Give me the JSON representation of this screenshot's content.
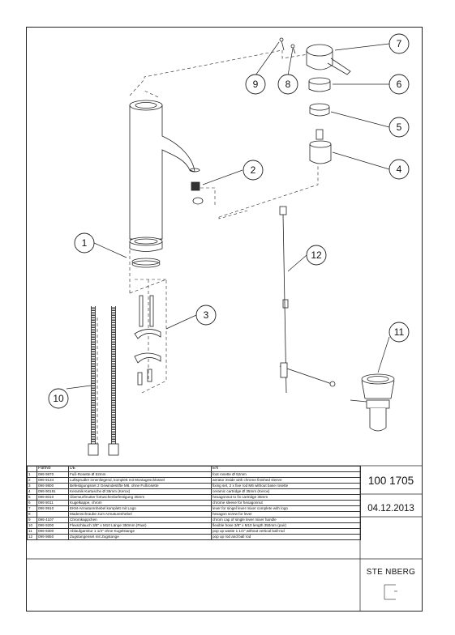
{
  "callouts": [
    "1",
    "2",
    "3",
    "4",
    "5",
    "6",
    "7",
    "8",
    "9",
    "10",
    "11",
    "12"
  ],
  "table": {
    "headers": [
      "",
      "PartNo",
      "DE",
      "EN"
    ],
    "rows": [
      [
        "1",
        "099 9870",
        "Fuß-Rosette Ø 52mm",
        "foot rosette Ø 52mm"
      ],
      [
        "2",
        "099 9134",
        "Luftsprudler innenliegend, komplett mit Montageschlüssel",
        "aerator inside with chrome finished sleeve"
      ],
      [
        "3",
        "099 9800",
        "Befestigungsset 2 Gewindestifte M6. ohne Fußrosette",
        "fixing set, 2 x fixe rod M6 without base rosette"
      ],
      [
        "4",
        "099 90191",
        "Keramik-Kartusche Ø 35mm (Kerox)",
        "ceramic cartridge Ø 35mm (Kerox)"
      ],
      [
        "5",
        "099 8010",
        "Überwurfmutter fortuschenbefestigung 35mm",
        "hexagonnut to fix cartridge 35mm"
      ],
      [
        "6",
        "099 8011",
        "Kugelkappe, chrom",
        "chrome sleeve for hexagonnut"
      ],
      [
        "7",
        "099 9910",
        "EKM-Armaturenhebel komplett mit Logo",
        "lever for singel lever mixer complete with logo"
      ],
      [
        "8",
        "",
        "Madenschraube zum Armaturenhebel",
        "hexagon screw for lever"
      ],
      [
        "9",
        "099 4107",
        "Chromkappchen",
        "chrom cap of single lever mixer handle"
      ],
      [
        "10",
        "099 9200",
        "Flexschlauch 3/8\" x M10 Länge 350mm (Paar)",
        "flexible hose 3/8\" x M10 length 350mm (pair)"
      ],
      [
        "11",
        "099 9300",
        "Ablaufgarnitur 1 1/4\" ohne Kugelstange",
        "pop up waste 1 1/4\" without vertical ball-rod"
      ],
      [
        "12",
        "099 9850",
        "Zugstangenset mit Zugstange",
        "pop up rod and ball rod"
      ]
    ]
  },
  "title_block": {
    "article_number": "100 1705",
    "date": "04.12.2013",
    "brand": "STE NBERG"
  }
}
